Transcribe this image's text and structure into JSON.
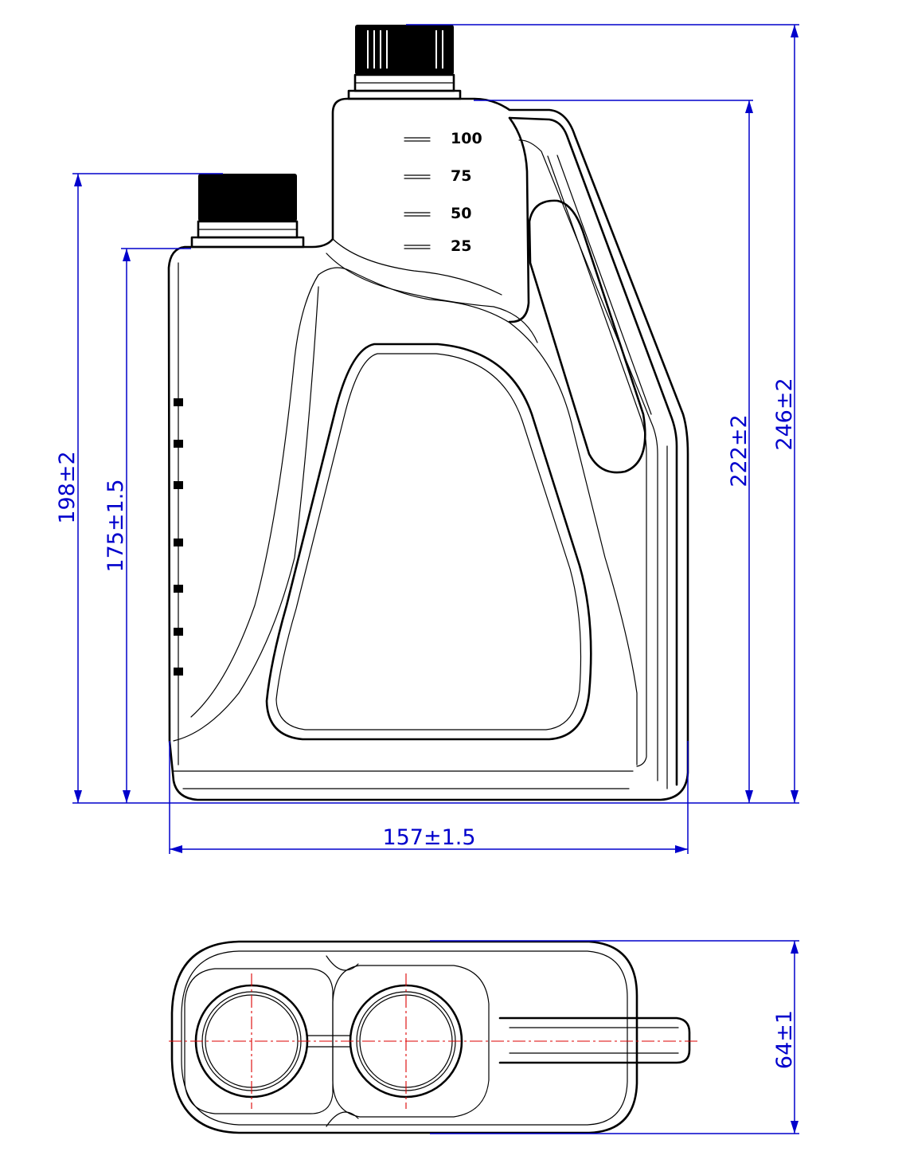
{
  "front_view": {
    "graduations": [
      "100",
      "75",
      "50",
      "25"
    ]
  },
  "dimensions": {
    "height_small_cap": "198±2",
    "height_small_shoulder": "175±1.5",
    "height_large_shoulder": "222±2",
    "height_overall": "246±2",
    "width_overall": "157±1.5",
    "depth_overall": "64±1"
  },
  "colors": {
    "dimension_lines": "#0000cc",
    "center_lines": "#dd0000",
    "outline": "#000000"
  }
}
